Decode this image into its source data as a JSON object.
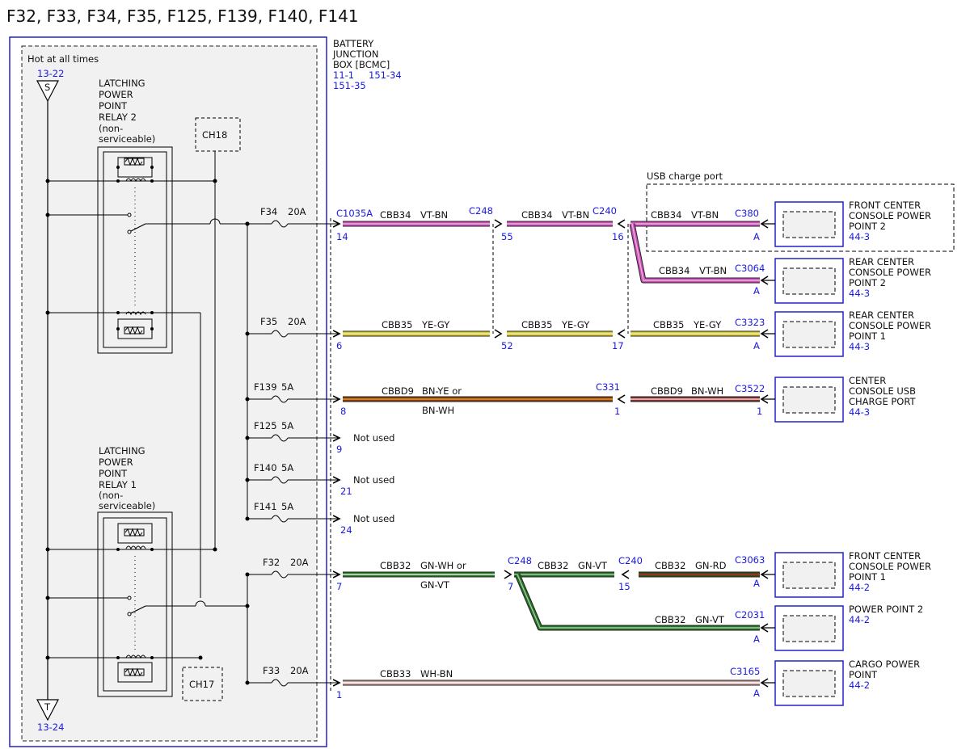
{
  "title": "F32, F33, F34, F35, F125, F139, F140, F141",
  "colors": {
    "VT-BN": "#cc4fb9",
    "YE-GY": "#d9cf3a",
    "BN-YE-BN-WH": "#8a3a12",
    "BN-WH": "#8a2d2d",
    "GN-WH-GN-VT": "#2a7a2a",
    "GN-VT": "#2a6e2a",
    "GN-RD": "#3a4a1a",
    "WH-BN": "#c9a0a0",
    "module_border": "#2222cc",
    "junction_fill": "#f1f1f1"
  },
  "junction": {
    "hot_label": "Hot at all times",
    "s_ref": "13-22",
    "s_symbol": "S",
    "t_ref": "13-24",
    "t_symbol": "T",
    "relay2_label": [
      "LATCHING",
      "POWER",
      "POINT",
      "RELAY 2",
      "(non-",
      "serviceable)"
    ],
    "relay1_label": [
      "LATCHING",
      "POWER",
      "POINT",
      "RELAY 1",
      "(non-",
      "serviceable)"
    ],
    "ch18": "CH18",
    "ch17": "CH17",
    "name_lines": [
      "BATTERY",
      "JUNCTION",
      "BOX [BCMC]"
    ],
    "refs": [
      "11-1",
      "151-34",
      "151-35"
    ]
  },
  "fuses": [
    {
      "id": "F34",
      "rating": "20A"
    },
    {
      "id": "F35",
      "rating": "20A"
    },
    {
      "id": "F139",
      "rating": "5A"
    },
    {
      "id": "F125",
      "rating": "5A"
    },
    {
      "id": "F140",
      "rating": "5A"
    },
    {
      "id": "F141",
      "rating": "5A"
    },
    {
      "id": "F32",
      "rating": "20A"
    },
    {
      "id": "F33",
      "rating": "20A"
    }
  ],
  "bjb_pins": [
    "14",
    "6",
    "8",
    "9",
    "21",
    "24",
    "7",
    "1"
  ],
  "not_used": "Not used",
  "connectors": {
    "c1035a": "C1035A",
    "c248_top": "C248",
    "c240_top": "C240",
    "c331": "C331",
    "c248_bottom": "C248",
    "c240_bottom": "C240",
    "c380": "C380",
    "c3064": "C3064",
    "c3323": "C3323",
    "c3522": "C3522",
    "c3063": "C3063",
    "c2031": "C2031",
    "c3165": "C3165"
  },
  "pins": {
    "c248_55": "55",
    "c248_52": "52",
    "c240_16": "16",
    "c240_17": "17",
    "c331_1": "1",
    "c248_7": "7",
    "c240_15": "15",
    "m1": "A",
    "m2": "A",
    "m3": "A",
    "m4": "1",
    "m5": "A",
    "m6": "A",
    "m7": "A"
  },
  "wires": {
    "w34a": {
      "circuit": "CBB34",
      "color": "VT-BN"
    },
    "w34b": {
      "circuit": "CBB34",
      "color": "VT-BN"
    },
    "w34c": {
      "circuit": "CBB34",
      "color": "VT-BN"
    },
    "w34d": {
      "circuit": "CBB34",
      "color": "VT-BN"
    },
    "w35a": {
      "circuit": "CBB35",
      "color": "YE-GY"
    },
    "w35b": {
      "circuit": "CBB35",
      "color": "YE-GY"
    },
    "w35c": {
      "circuit": "CBB35",
      "color": "YE-GY"
    },
    "wd9a": {
      "circuit": "CBBD9",
      "color": "BN-YE  or",
      "color2": "BN-WH"
    },
    "wd9b": {
      "circuit": "CBBD9",
      "color": "BN-WH"
    },
    "w32a": {
      "circuit": "CBB32",
      "color": "GN-WH  or",
      "color2": "GN-VT"
    },
    "w32b": {
      "circuit": "CBB32",
      "color": "GN-VT"
    },
    "w32c": {
      "circuit": "CBB32",
      "color": "GN-RD"
    },
    "w32d": {
      "circuit": "CBB32",
      "color": "GN-VT"
    },
    "w33": {
      "circuit": "CBB33",
      "color": "WH-BN"
    }
  },
  "usb_group_label": "USB charge port",
  "modules": [
    {
      "lines": [
        "FRONT CENTER",
        "CONSOLE POWER",
        "POINT 2"
      ],
      "ref": "44-3"
    },
    {
      "lines": [
        "REAR CENTER",
        "CONSOLE POWER",
        "POINT 2"
      ],
      "ref": "44-3"
    },
    {
      "lines": [
        "REAR CENTER",
        "CONSOLE POWER",
        "POINT 1"
      ],
      "ref": "44-3"
    },
    {
      "lines": [
        "CENTER",
        "CONSOLE USB",
        "CHARGE PORT"
      ],
      "ref": "44-3"
    },
    {
      "lines": [
        "FRONT CENTER",
        "CONSOLE POWER",
        "POINT 1"
      ],
      "ref": "44-2"
    },
    {
      "lines": [
        "POWER POINT 2"
      ],
      "ref": "44-2"
    },
    {
      "lines": [
        "CARGO POWER",
        "POINT"
      ],
      "ref": "44-2"
    }
  ]
}
